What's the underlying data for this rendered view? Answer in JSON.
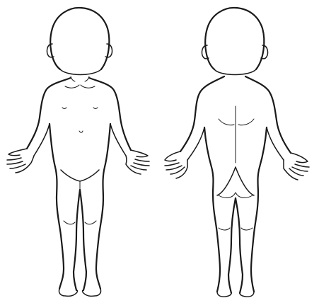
{
  "image": {
    "background": "#ffffff",
    "line_color": "#1a1a1a",
    "figures": [
      {
        "view": "front",
        "icon": "child-body-front-outline"
      },
      {
        "view": "back",
        "icon": "child-body-back-outline"
      }
    ]
  }
}
